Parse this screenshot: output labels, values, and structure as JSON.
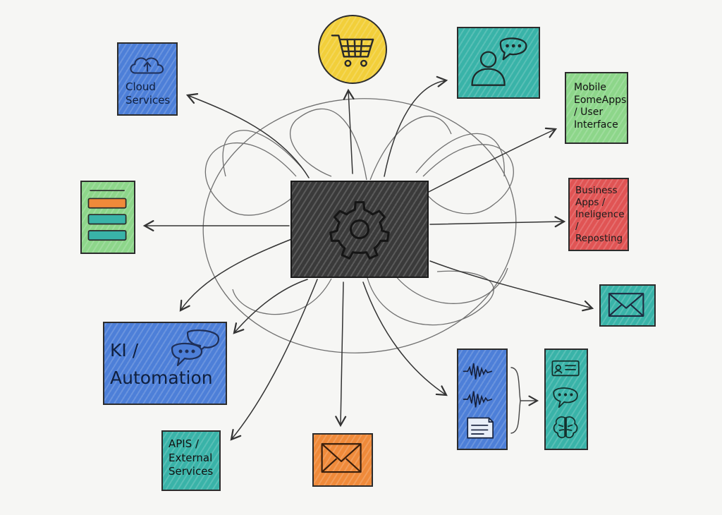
{
  "colors": {
    "blue": "#4d7fd8",
    "yellow": "#f2cf3a",
    "teal": "#39b3a8",
    "green": "#8dd68a",
    "red": "#e05454",
    "orange": "#ef8a3a",
    "dark": "#3a3a3a",
    "ink": "#2a2a2a"
  },
  "nodes": {
    "cloud": {
      "label": "Cloud\nServices",
      "icon": "cloud-upload-icon"
    },
    "cart": {
      "icon": "shopping-cart-icon"
    },
    "user_chat": {
      "icon": "user-chat-icon"
    },
    "mobile": {
      "label": "Mobile\nEomeApps\n/ User\nInterface"
    },
    "business": {
      "label": "Business\nApps /\nIneligence\n/ Reposting"
    },
    "storage": {
      "icon": "database-stack-icon"
    },
    "hub": {
      "icon": "gear-icon"
    },
    "email_right": {
      "icon": "envelope-icon"
    },
    "automation": {
      "label": "KI /\nAutomation",
      "icon": "chat-bubbles-icon"
    },
    "audio": {
      "icon": "audio-wave-document-icon"
    },
    "outputs": {
      "icon": "id-chat-brain-icon"
    },
    "apis": {
      "label": "APIS /\nExternal\nServices"
    },
    "email_bottom": {
      "icon": "envelope-icon"
    }
  }
}
